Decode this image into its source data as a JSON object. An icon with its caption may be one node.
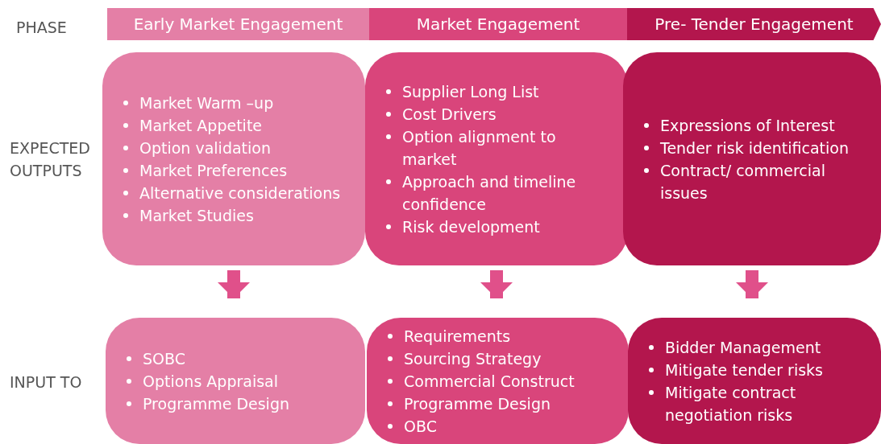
{
  "diagram": {
    "nodes": [
      {
        "text": [
          "Early Market Engagement"
        ]
      },
      {
        "text": [
          "Market Engagement"
        ]
      },
      {
        "text": [
          "Pre- Tender Engagement"
        ]
      },
      {
        "text": [
          "Market Warm –up",
          "Market Appetite",
          "Option validation",
          "Market Preferences",
          "Alternative considerations",
          "Market Studies"
        ]
      },
      {
        "text": [
          "Supplier Long List",
          "Cost Drivers",
          "Option alignment to market",
          "Approach and timeline confidence",
          "Risk development"
        ]
      },
      {
        "text": [
          "Expressions of Interest",
          "Tender risk identification",
          "Contract/ commercial issues"
        ]
      },
      {
        "text": [
          "SOBC",
          "Options Appraisal",
          "Programme Design"
        ]
      },
      {
        "text": [
          "Requirements",
          "Sourcing Strategy",
          "Commercial Construct",
          "Programme Design",
          "OBC"
        ]
      },
      {
        "text": [
          "Bidder Management",
          "Mitigate tender risks",
          "Mitigate contract negotiation risks"
        ]
      }
    ],
    "edges": [
      {
        "from": 3,
        "to": 6,
        "arrow": "to"
      },
      {
        "from": 4,
        "to": 7,
        "arrow": "to"
      },
      {
        "from": 5,
        "to": 8,
        "arrow": "to"
      }
    ],
    "labels": [
      "PHASE",
      "EXPECTED OUTPUTS",
      "INPUT TO"
    ]
  }
}
